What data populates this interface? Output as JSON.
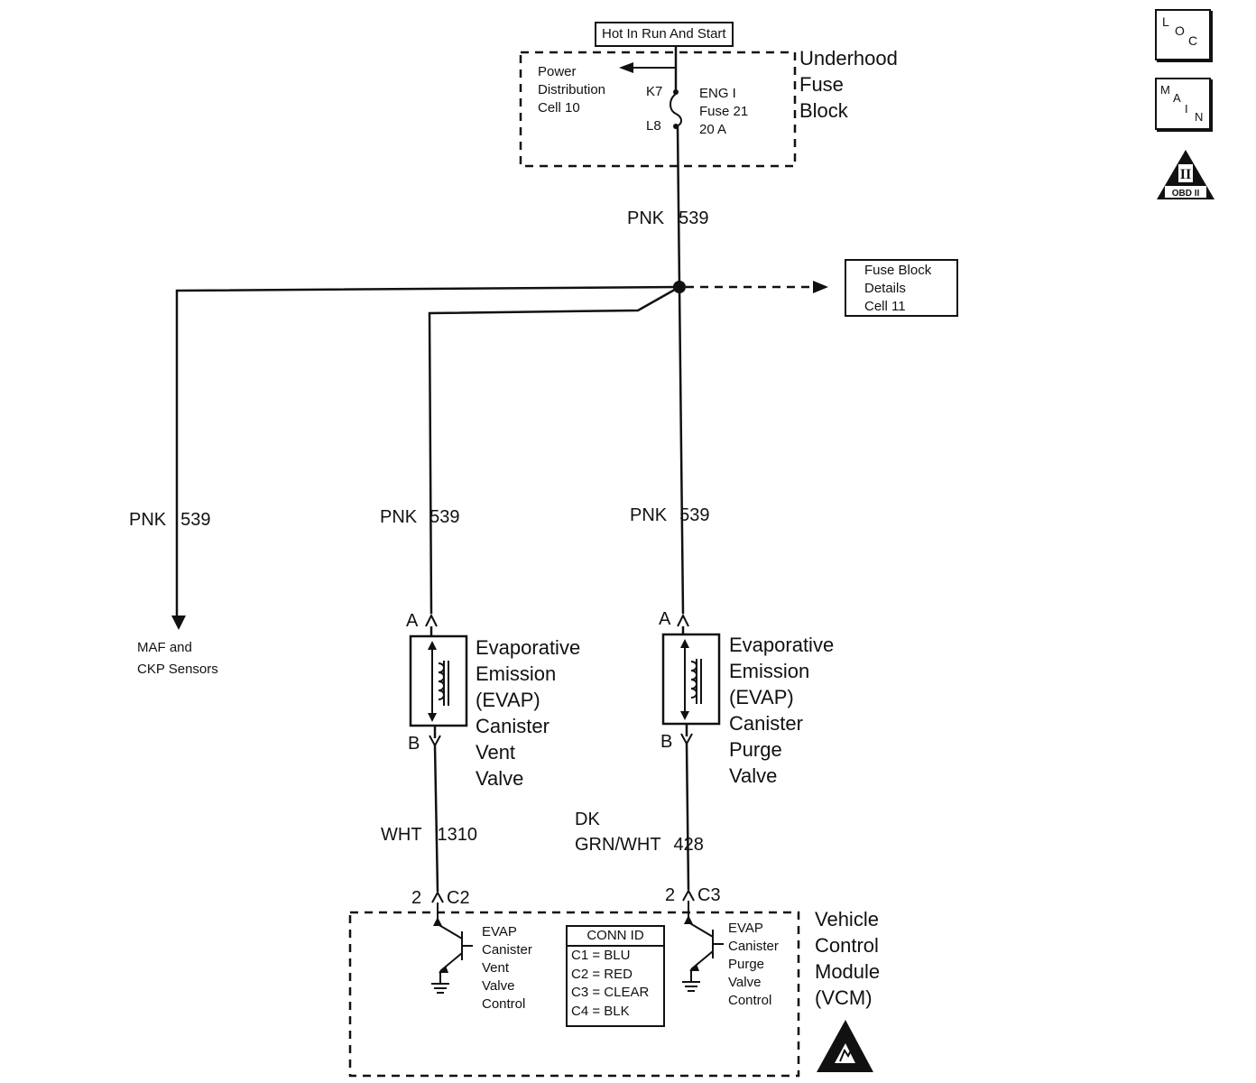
{
  "header": {
    "power_label": "Hot In Run And Start"
  },
  "fuse_block": {
    "title": [
      "Underhood",
      "Fuse",
      "Block"
    ],
    "power_distribution": [
      "Power",
      "Distribution",
      "Cell 10"
    ],
    "terminal_top": "K7",
    "terminal_bottom": "L8",
    "fuse": [
      "ENG I",
      "Fuse 21",
      "20 A"
    ]
  },
  "wires": {
    "feed": {
      "color": "PNK",
      "circuit": "539"
    },
    "maf_branch": {
      "color": "PNK",
      "circuit": "539"
    },
    "vent_feed": {
      "color": "PNK",
      "circuit": "539"
    },
    "purge_feed": {
      "color": "PNK",
      "circuit": "539"
    },
    "vent_ctrl": {
      "color": "WHT",
      "circuit": "1310"
    },
    "purge_ctrl": {
      "color_line1": "DK",
      "color_line2": "GRN/WHT",
      "circuit": "428"
    }
  },
  "fuse_details_box": [
    "Fuse Block",
    "Details",
    "Cell 11"
  ],
  "maf_destination": [
    "MAF and",
    "CKP Sensors"
  ],
  "vent_valve": {
    "pin_a": "A",
    "pin_b": "B",
    "name": [
      "Evaporative",
      "Emission",
      "(EVAP)",
      "Canister",
      "Vent",
      "Valve"
    ]
  },
  "purge_valve": {
    "pin_a": "A",
    "pin_b": "B",
    "name": [
      "Evaporative",
      "Emission",
      "(EVAP)",
      "Canister",
      "Purge",
      "Valve"
    ]
  },
  "vcm": {
    "name": [
      "Vehicle",
      "Control",
      "Module",
      "(VCM)"
    ],
    "vent_pin": "2",
    "vent_conn": "C2",
    "purge_pin": "2",
    "purge_conn": "C3",
    "vent_driver": [
      "EVAP",
      "Canister",
      "Vent",
      "Valve",
      "Control"
    ],
    "purge_driver": [
      "EVAP",
      "Canister",
      "Purge",
      "Valve",
      "Control"
    ],
    "conn_id": {
      "title": "CONN ID",
      "rows": [
        "C1 = BLU",
        "C2 = RED",
        "C3 = CLEAR",
        "C4 = BLK"
      ]
    }
  },
  "badges": {
    "loc": [
      "L",
      "O",
      "C"
    ],
    "main": [
      "M",
      "A",
      "I",
      "N"
    ],
    "obd": {
      "numeral": "II",
      "text": "OBD II"
    }
  }
}
